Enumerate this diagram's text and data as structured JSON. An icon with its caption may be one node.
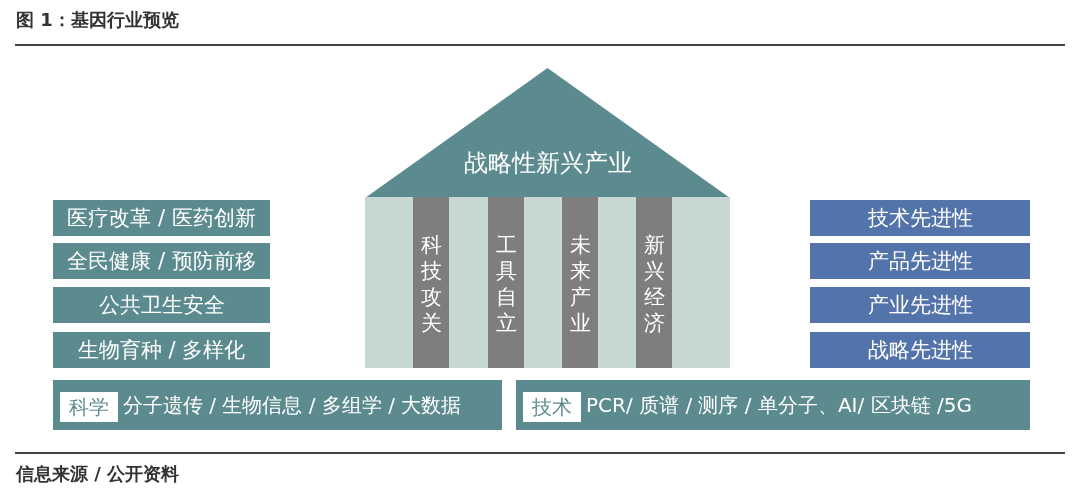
{
  "diagram": {
    "title": "图 1：基因行业预览",
    "caption": "信息来源 / 公开资料",
    "nodes": [
      {
        "text": [
          "战略性新兴产业"
        ]
      },
      {
        "text": [],
        "shape": "box"
      },
      {
        "text": [
          "科技攻关"
        ],
        "in": 1
      },
      {
        "text": [
          "工具自立"
        ],
        "in": 1
      },
      {
        "text": [
          "未来产业"
        ],
        "in": 1
      },
      {
        "text": [
          "新兴经济"
        ],
        "in": 1
      },
      {
        "text": [
          "医疗改革 / 医药创新"
        ]
      },
      {
        "text": [
          "全民健康 / 预防前移"
        ]
      },
      {
        "text": [
          "公共卫生安全"
        ]
      },
      {
        "text": [
          "生物育种 / 多样化"
        ]
      },
      {
        "text": [
          "技术先进性"
        ]
      },
      {
        "text": [
          "产品先进性"
        ]
      },
      {
        "text": [
          "产业先进性"
        ]
      },
      {
        "text": [
          "战略先进性"
        ]
      },
      {
        "text": [
          "分子遗传 / 生物信息 / 多组学 / 大数据"
        ]
      },
      {
        "text": [
          "科学"
        ],
        "in": 14
      },
      {
        "text": [
          "PCR/ 质谱 / 测序 / 单分子、AI/ 区块链 /5G"
        ]
      },
      {
        "text": [
          "技术"
        ],
        "in": 16
      }
    ],
    "edges": []
  }
}
